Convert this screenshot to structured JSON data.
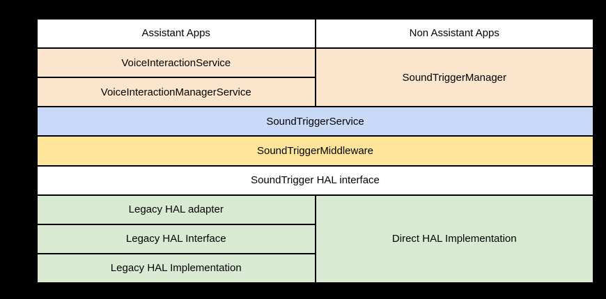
{
  "diagram": {
    "type": "layered-architecture-table",
    "rows": 9,
    "columns": 2,
    "cells": {
      "assistant_apps": {
        "label": "Assistant Apps",
        "color": "#ffffff"
      },
      "non_assistant_apps": {
        "label": "Non Assistant Apps",
        "color": "#ffffff"
      },
      "voice_interaction_service": {
        "label": "VoiceInteractionService",
        "color": "#fce5cd"
      },
      "voice_interaction_manager_service": {
        "label": "VoiceInteractionManagerService",
        "color": "#fce5cd"
      },
      "sound_trigger_manager": {
        "label": "SoundTriggerManager",
        "color": "#fce5cd"
      },
      "sound_trigger_service": {
        "label": "SoundTriggerService",
        "color": "#c9daf8"
      },
      "sound_trigger_middleware": {
        "label": "SoundTriggerMiddleware",
        "color": "#ffe599"
      },
      "sound_trigger_hal_interface": {
        "label": "SoundTrigger HAL interface",
        "color": "#ffffff"
      },
      "legacy_hal_adapter": {
        "label": "Legacy HAL adapter",
        "color": "#d9ead3"
      },
      "legacy_hal_interface": {
        "label": "Legacy HAL Interface",
        "color": "#d9ead3"
      },
      "legacy_hal_implementation": {
        "label": "Legacy HAL Implementation",
        "color": "#d9ead3"
      },
      "direct_hal_implementation": {
        "label": "Direct HAL Implementation",
        "color": "#d9ead3"
      }
    },
    "colors": {
      "page_background": "#000000",
      "cell_border": "#000000",
      "text": "#000000",
      "apps_layer": "#ffffff",
      "voice_interaction_layer": "#fce5cd",
      "service_layer": "#c9daf8",
      "middleware_layer": "#ffe599",
      "hal_interface_layer": "#ffffff",
      "hal_implementation_layer": "#d9ead3"
    }
  }
}
